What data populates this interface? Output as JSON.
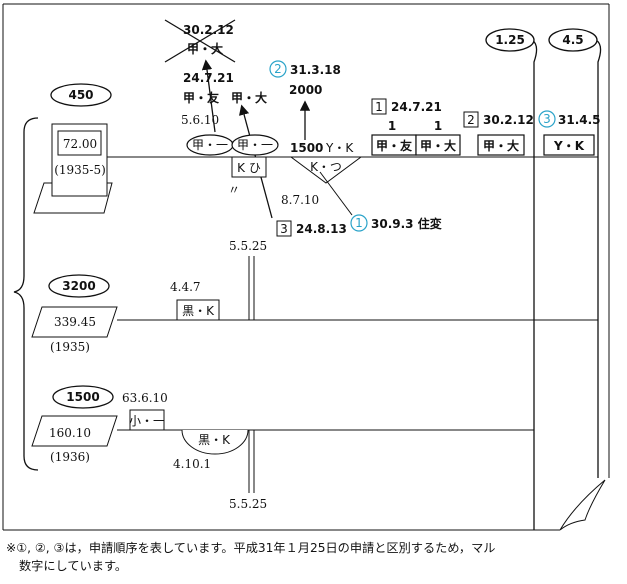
{
  "sheet_badges": {
    "b125": "1.25",
    "b45": "4.5"
  },
  "parcels": [
    {
      "number": "450",
      "area": "72.00",
      "year": "(1935-5)"
    },
    {
      "number": "3200",
      "area": "339.45",
      "year": "(1935)"
    },
    {
      "number": "1500",
      "area": "160.10",
      "year": "(1936)"
    }
  ],
  "top_row": {
    "crossed_date": "30.2.12",
    "crossed_names": "甲・大",
    "date_247": "24.7.21",
    "names_247": "甲・友　甲・大",
    "date_56": "5.6.10",
    "box_ko_ichi_1": "甲・一",
    "box_ko_ichi_2": "甲・一",
    "box_k_hi": "K ひ",
    "ditto": "〃",
    "date_8710": "8.7.10",
    "circle2": "2",
    "date_31318": "31.3.18",
    "value_2000": "2000",
    "value_1500": "1500",
    "yk_label": "Y・K",
    "k_tsu": "K・つ",
    "circle1": "1",
    "date_3093": "30.9.3 住変",
    "sq3": "3",
    "date_24813": "24.8.13",
    "sq1": "1",
    "date_24721b": "24.7.21",
    "frac_a": "1",
    "frac_b": "1",
    "box_ko_tomo": "甲・友",
    "box_ko_dai1": "甲・大",
    "sq2": "2",
    "date_30212": "30.2.12",
    "box_ko_dai2": "甲・大",
    "circle3": "3",
    "date_3145": "31.4.5",
    "box_yk": "Y・K"
  },
  "mid_row": {
    "date_5525a": "5.5.25",
    "date_447": "4.4.7",
    "box_kuro_k": "黒・K"
  },
  "bottom_row": {
    "date_63610": "63.6.10",
    "box_ko_ichi": "小・一",
    "arc_kuro_k": "黒・K",
    "date_4101": "4.10.1",
    "date_5525b": "5.5.25"
  },
  "footnote": {
    "line1": "※①, ②, ③は，申請順序を表しています。平成31年１月25日の申請と区別するため，マル",
    "line2": "数字にしています。"
  }
}
